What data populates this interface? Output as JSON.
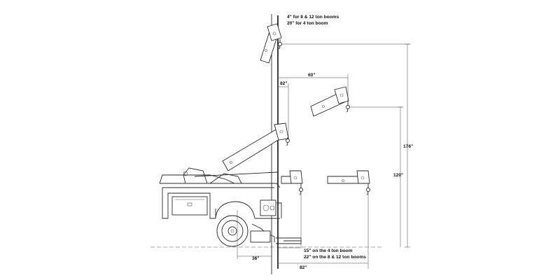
{
  "annotations": {
    "top_note_line1": "4\" for 8 & 12 ton booms",
    "top_note_line2": "20\" for 4 ton boom",
    "reach_60": "60\"",
    "offset_82_top": "82\"",
    "height_176": "176\"",
    "height_120": "120\"",
    "bottom_note_line1": "15\" on the 4 ton boom",
    "bottom_note_line2": "22\" on the 8 & 12 ton booms",
    "dim_36": "36\"",
    "dim_82_bottom": "82\""
  },
  "colors": {
    "line": "#2a2a2a",
    "background": "#ffffff"
  }
}
